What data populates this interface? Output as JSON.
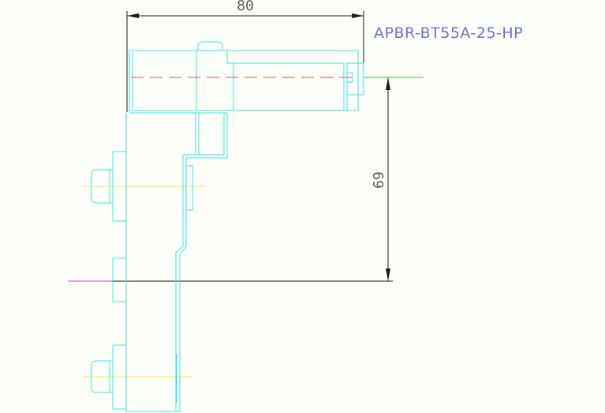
{
  "drawing": {
    "horizontal_dimension": "80",
    "vertical_dimension": "69",
    "part_number": "APBR-BT55A-25-HP"
  },
  "colors": {
    "background": "#fcfff7",
    "outline": "#3fe0e8",
    "dimension": "#1a1a1a",
    "label": "#6f6fd8",
    "centerline_red": "#e05050",
    "centerline_yellow": "#e8e860",
    "centerline_green": "#40c040",
    "centerline_magenta": "#d040d0"
  }
}
